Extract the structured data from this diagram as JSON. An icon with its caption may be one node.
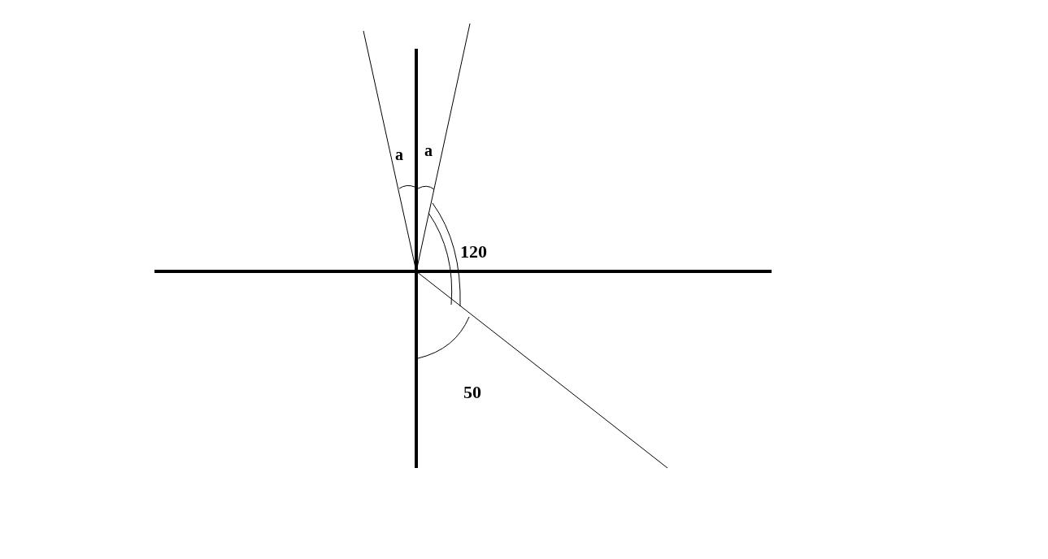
{
  "diagram": {
    "labels": [
      "a",
      "a",
      "120",
      "50"
    ]
  }
}
